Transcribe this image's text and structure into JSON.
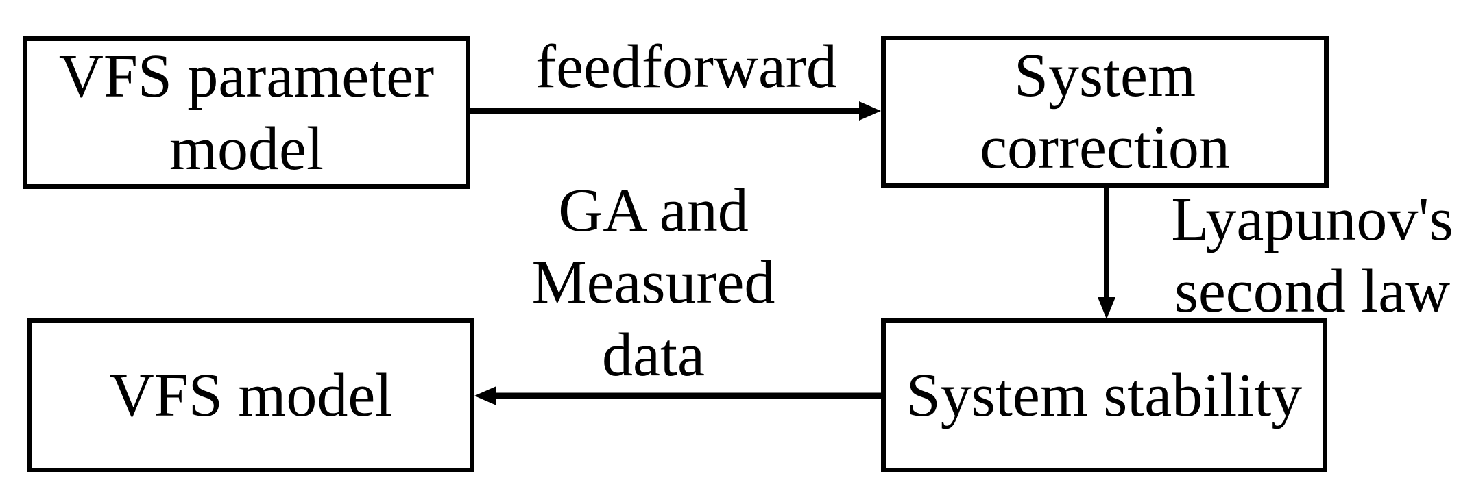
{
  "canvas": {
    "background_color": "#ffffff",
    "ink_color": "#000000"
  },
  "nodes": [
    {
      "id": "vfs-parameter-model",
      "label": "VFS parameter\nmodel"
    },
    {
      "id": "system-correction",
      "label": "System\ncorrection"
    },
    {
      "id": "vfs-model",
      "label": "VFS model"
    },
    {
      "id": "system-stability",
      "label": "System stability"
    }
  ],
  "edges": [
    {
      "from": "vfs-parameter-model",
      "to": "system-correction",
      "direction": "right",
      "label": "feedforward"
    },
    {
      "from": "system-correction",
      "to": "system-stability",
      "direction": "down",
      "label": "Lyapunov's\nsecond law"
    },
    {
      "from": "system-stability",
      "to": "vfs-model",
      "direction": "left",
      "label": "GA and\nMeasured\ndata"
    }
  ]
}
